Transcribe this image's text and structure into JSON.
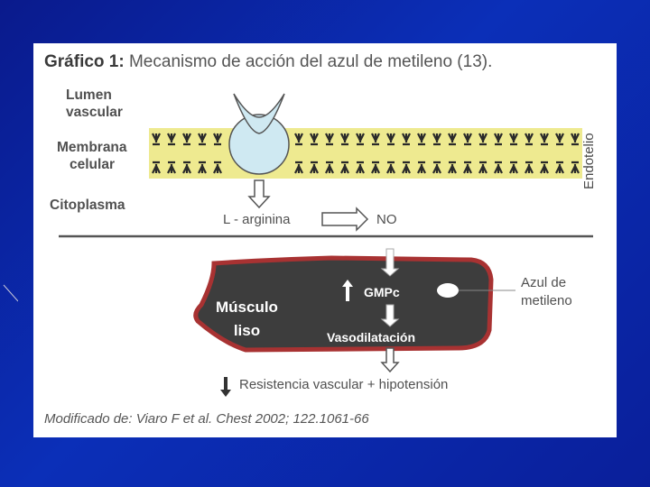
{
  "title_prefix": "Gráfico 1:",
  "title_text": "Mecanismo de acción del azul de metileno (13).",
  "labels": {
    "lumen": "Lumen vascular",
    "lumen_line1": "Lumen",
    "lumen_line2": "vascular",
    "membrana_line1": "Membrana",
    "membrana_line2": "celular",
    "citoplasma": "Citoplasma",
    "endotelio": "Endotelio",
    "l_arginina": "L - arginina",
    "no": "NO",
    "musculo_line1": "Músculo",
    "musculo_line2": "liso",
    "gmpc": "GMPc",
    "vasodilatacion": "Vasodilatación",
    "azul_line1": "Azul de",
    "azul_line2": "metileno",
    "resistencia": "Resistencia  vascular  +  hipotensión"
  },
  "citation": "Modificado de: Viaro F et al. Chest 2002; 122.1061-66",
  "colors": {
    "background": "#0b2fb8",
    "membrane": "#e8e080",
    "receptor": "#cde8f0",
    "muscle_fill": "#3a3a3a",
    "muscle_border": "#b03030"
  }
}
